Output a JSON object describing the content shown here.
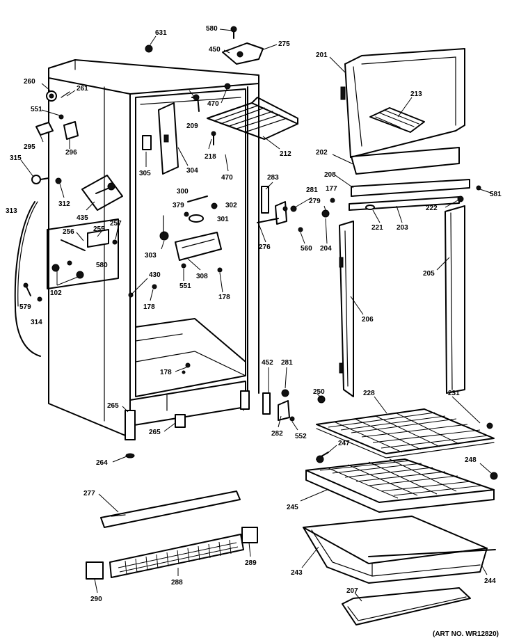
{
  "figure": {
    "footer": "(ART NO. WR12820)"
  },
  "callouts": [
    {
      "id": "c631",
      "text": "631"
    },
    {
      "id": "c580a",
      "text": "580"
    },
    {
      "id": "c450a",
      "text": "450"
    },
    {
      "id": "c275",
      "text": "275"
    },
    {
      "id": "c201",
      "text": "201"
    },
    {
      "id": "c260",
      "text": "260"
    },
    {
      "id": "c261a",
      "text": "261"
    },
    {
      "id": "c551a",
      "text": "551"
    },
    {
      "id": "c295",
      "text": "295"
    },
    {
      "id": "c296",
      "text": "296"
    },
    {
      "id": "c315",
      "text": "315"
    },
    {
      "id": "c312",
      "text": "312"
    },
    {
      "id": "c313",
      "text": "313"
    },
    {
      "id": "c435",
      "text": "435"
    },
    {
      "id": "c256",
      "text": "256"
    },
    {
      "id": "c255",
      "text": "255"
    },
    {
      "id": "c257",
      "text": "257"
    },
    {
      "id": "c580b",
      "text": "580"
    },
    {
      "id": "c102",
      "text": "102"
    },
    {
      "id": "c579",
      "text": "579"
    },
    {
      "id": "c314",
      "text": "314"
    },
    {
      "id": "c470a",
      "text": "470"
    },
    {
      "id": "c209",
      "text": "209"
    },
    {
      "id": "c213",
      "text": "213"
    },
    {
      "id": "c212",
      "text": "212"
    },
    {
      "id": "c218",
      "text": "218"
    },
    {
      "id": "c470b",
      "text": "470"
    },
    {
      "id": "c305",
      "text": "305"
    },
    {
      "id": "c304",
      "text": "304"
    },
    {
      "id": "c202",
      "text": "202"
    },
    {
      "id": "c208",
      "text": "208"
    },
    {
      "id": "c177",
      "text": "177"
    },
    {
      "id": "c581",
      "text": "581"
    },
    {
      "id": "c283",
      "text": "283"
    },
    {
      "id": "c281a",
      "text": "281"
    },
    {
      "id": "c279",
      "text": "279"
    },
    {
      "id": "c222",
      "text": "222"
    },
    {
      "id": "c300",
      "text": "300"
    },
    {
      "id": "c379",
      "text": "379"
    },
    {
      "id": "c302",
      "text": "302"
    },
    {
      "id": "c301",
      "text": "301"
    },
    {
      "id": "c221",
      "text": "221"
    },
    {
      "id": "c203",
      "text": "203"
    },
    {
      "id": "c303",
      "text": "303"
    },
    {
      "id": "c276",
      "text": "276"
    },
    {
      "id": "c560",
      "text": "560"
    },
    {
      "id": "c204",
      "text": "204"
    },
    {
      "id": "c205",
      "text": "205"
    },
    {
      "id": "c308",
      "text": "308"
    },
    {
      "id": "c551b",
      "text": "551"
    },
    {
      "id": "c178a",
      "text": "178"
    },
    {
      "id": "c430",
      "text": "430"
    },
    {
      "id": "c178b",
      "text": "178"
    },
    {
      "id": "c206",
      "text": "206"
    },
    {
      "id": "c178c",
      "text": "178"
    },
    {
      "id": "c452",
      "text": "452"
    },
    {
      "id": "c281b",
      "text": "281"
    },
    {
      "id": "c250",
      "text": "250"
    },
    {
      "id": "c228",
      "text": "228"
    },
    {
      "id": "c231",
      "text": "231"
    },
    {
      "id": "c265a",
      "text": "265"
    },
    {
      "id": "c265b",
      "text": "265"
    },
    {
      "id": "c282",
      "text": "282"
    },
    {
      "id": "c552",
      "text": "552"
    },
    {
      "id": "c247",
      "text": "247"
    },
    {
      "id": "c264",
      "text": "264"
    },
    {
      "id": "c248",
      "text": "248"
    },
    {
      "id": "c245",
      "text": "245"
    },
    {
      "id": "c277",
      "text": "277"
    },
    {
      "id": "c289",
      "text": "289"
    },
    {
      "id": "c243",
      "text": "243"
    },
    {
      "id": "c244",
      "text": "244"
    },
    {
      "id": "c288",
      "text": "288"
    },
    {
      "id": "c290",
      "text": "290"
    },
    {
      "id": "c207",
      "text": "207"
    }
  ]
}
